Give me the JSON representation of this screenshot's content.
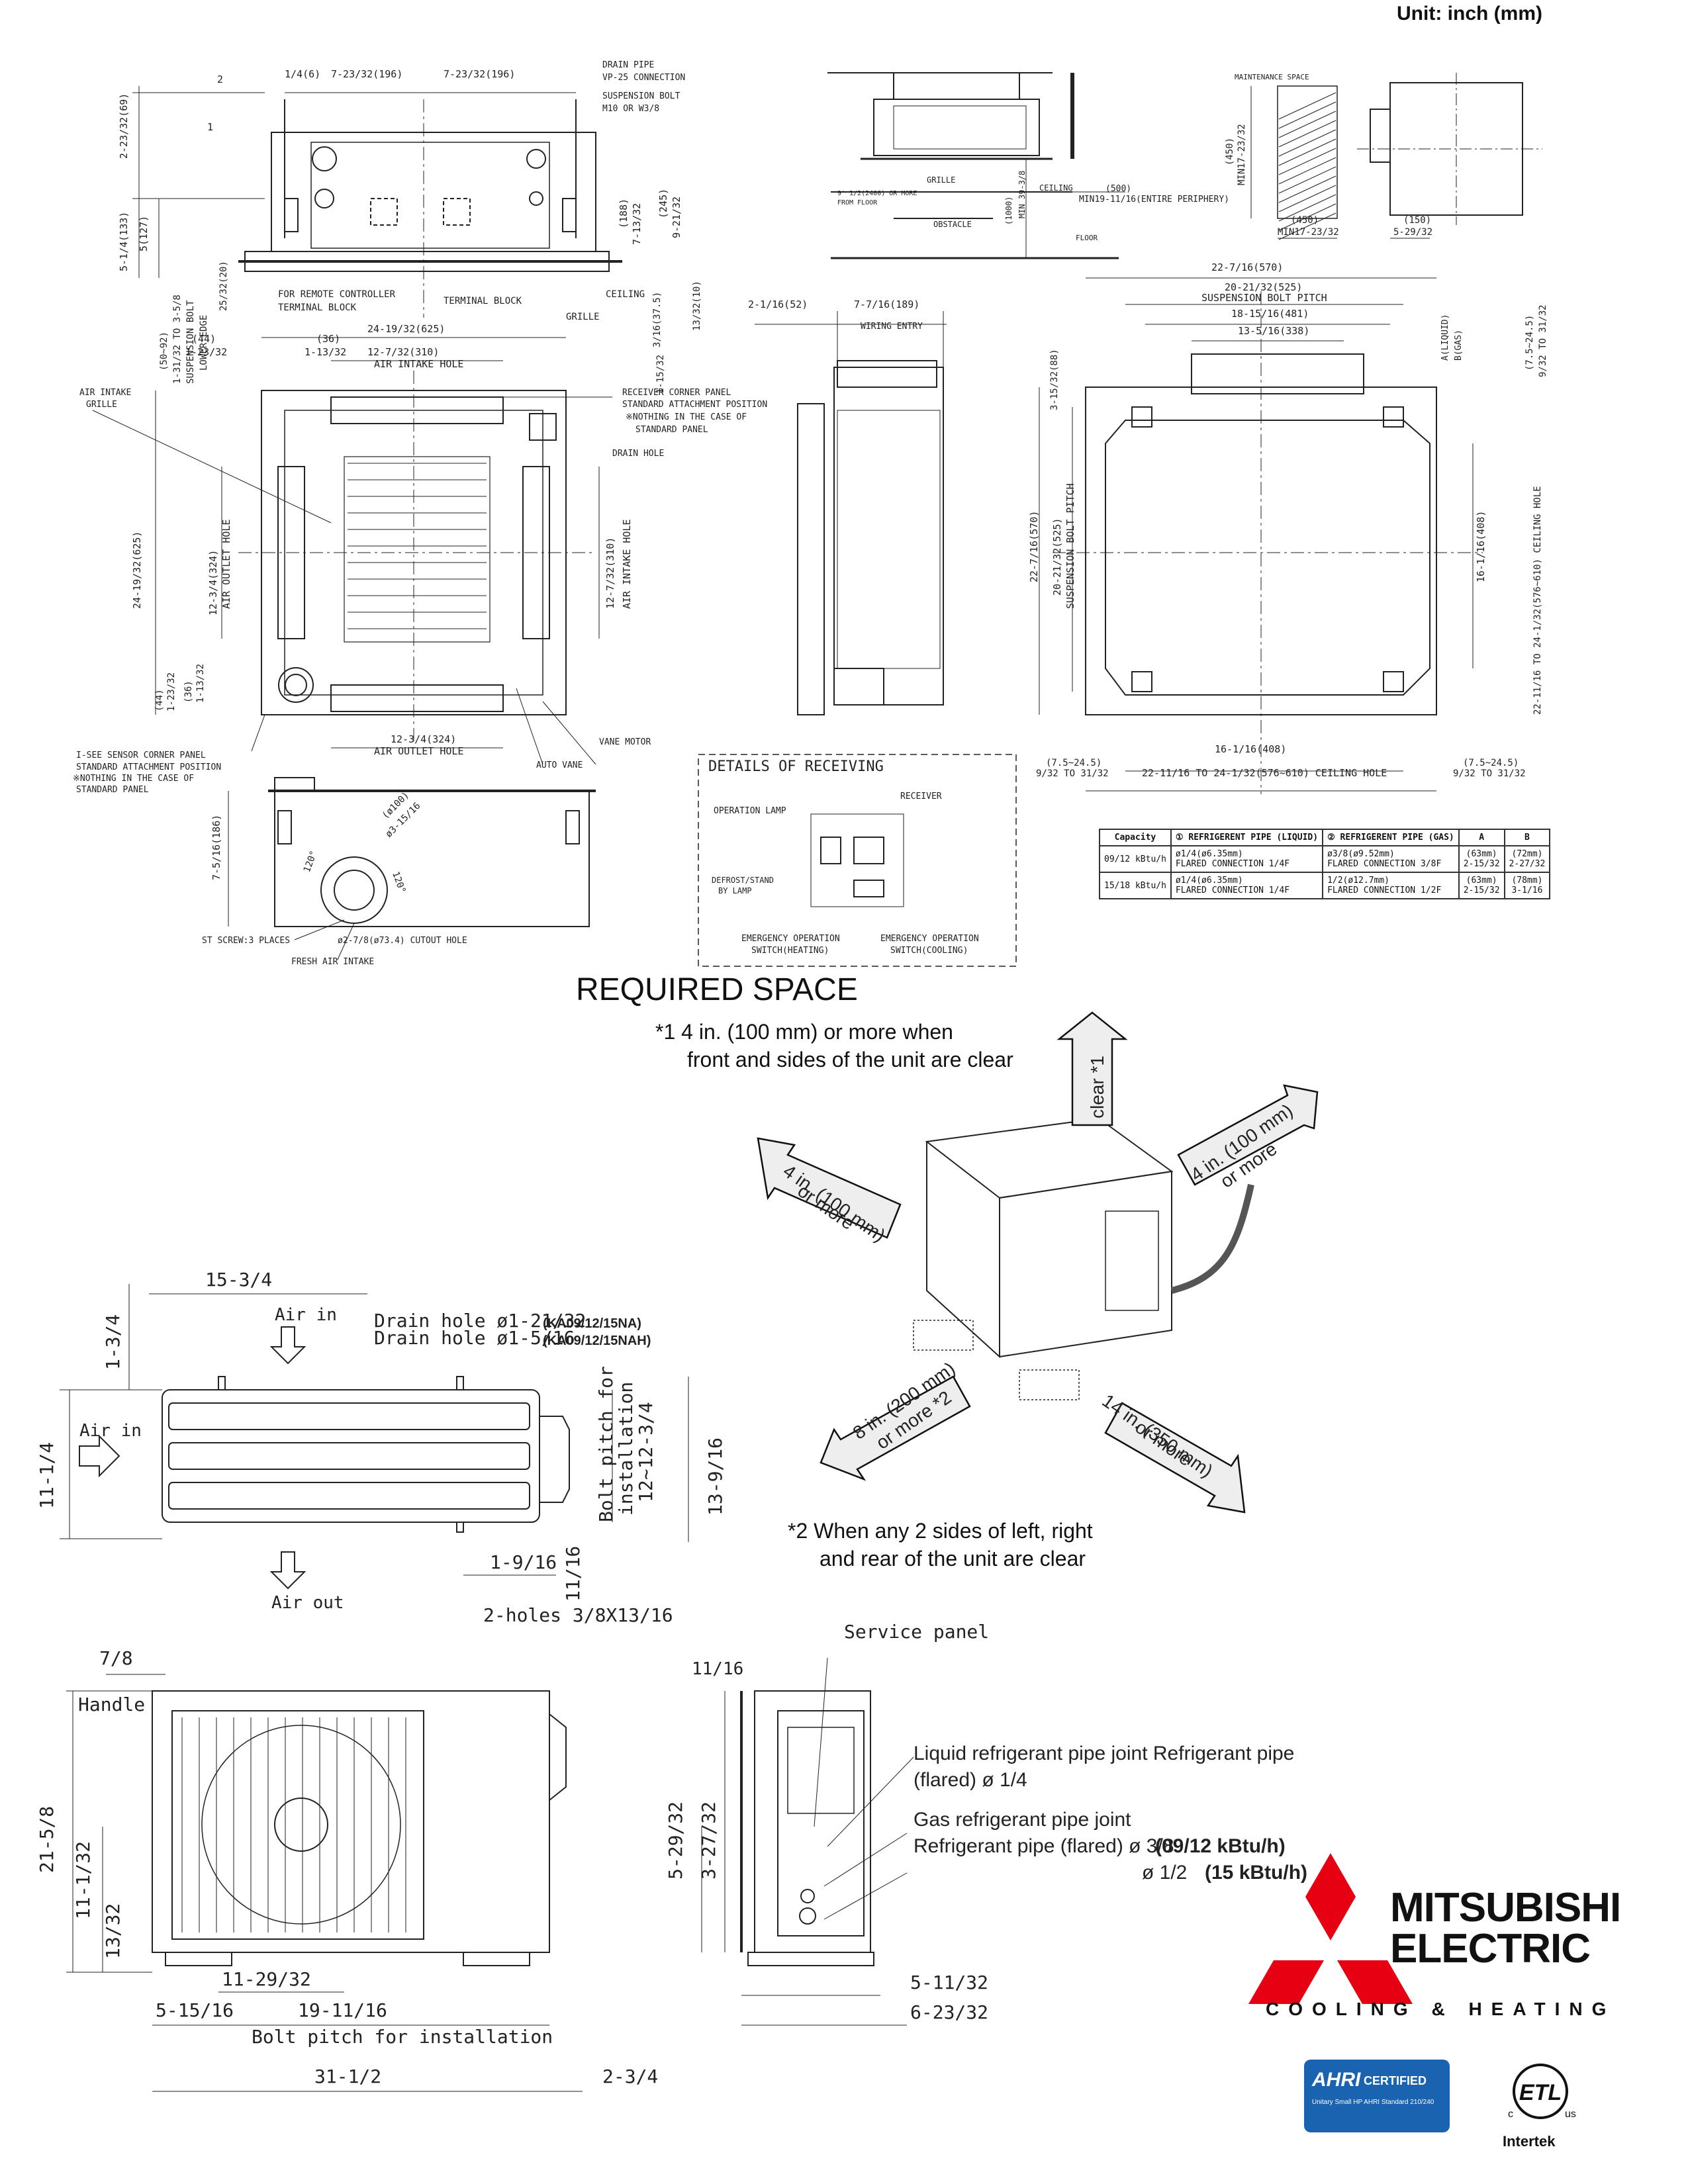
{
  "units_label": "Unit: inch (mm)",
  "indoor_top": {
    "dims_top": [
      "1/4(6)",
      "7-23/32(196)",
      "7-23/32(196)"
    ],
    "callouts": [
      "DRAIN PIPE",
      "VP-25 CONNECTION",
      "SUSPENSION BOLT",
      "M10 OR W3/8"
    ],
    "left_dims": [
      "2-23/32(69)",
      "5-1/4(133)",
      "5(127)"
    ],
    "right_dims": [
      "(188)",
      "7-13/32",
      "(245)",
      "9-21/32"
    ],
    "labels": [
      "FOR REMOTE CONTROLLER",
      "TERMINAL BLOCK",
      "TERMINAL BLOCK",
      "CEILING",
      "GRILLE"
    ],
    "circles": [
      "1",
      "2"
    ]
  },
  "indoor_panel": {
    "lower_dims": [
      "(50~92)",
      "1-31/32 TO 3-5/8",
      "SUSPENSION BOLT",
      "LOWER EDGE",
      "25/32(20)",
      "3/16(37.5)",
      "13/32(10)",
      "1-15/32"
    ],
    "top_dims": [
      "24-19/32(625)",
      "(44)",
      "1-23/32",
      "(36)",
      "1-13/32",
      "12-7/32(310)",
      "AIR INTAKE HOLE"
    ],
    "labels": [
      "AIR INTAKE",
      "GRILLE",
      "RECEIVER CORNER PANEL",
      "STANDARD ATTACHMENT POSITION",
      "※NOTHING IN THE CASE OF",
      "STANDARD PANEL",
      "DRAIN HOLE"
    ],
    "side_dims": [
      "24-19/32(625)",
      "12-3/4(324)",
      "AIR OUTLET HOLE",
      "12-7/32(310)",
      "AIR INTAKE HOLE",
      "(44)",
      "1-23/32",
      "(36)",
      "1-13/32"
    ],
    "bottom": [
      "12-3/4(324)",
      "AIR OUTLET HOLE",
      "AUTO VANE",
      "VANE MOTOR"
    ],
    "sensor": [
      "I-SEE SENSOR CORNER PANEL",
      "STANDARD ATTACHMENT POSITION",
      "※NOTHING IN THE CASE OF",
      "STANDARD PANEL"
    ]
  },
  "indoor_bottom": {
    "dims": [
      "7-5/16(186)",
      "(ø100)",
      "ø3-15/16",
      "120°",
      "120°"
    ],
    "labels": [
      "ST SCREW:3 PLACES",
      "FRESH AIR INTAKE",
      "ø2-7/8(ø73.4) CUTOUT HOLE"
    ]
  },
  "ceiling_install": {
    "labels": [
      "GRILLE",
      "CEILING",
      "OBSTACLE",
      "FLOOR",
      "(500)",
      "MIN19-11/16(ENTIRE PERIPHERY)",
      "(1000)",
      "MIN 39-3/8",
      "9' 1/2(2400) OR MORE",
      "FROM FLOOR"
    ]
  },
  "maintenance": {
    "labels": [
      "MAINTENANCE SPACE",
      "(450)",
      "MIN17-23/32",
      "(450)",
      "MIN17-23/32",
      "(150)",
      "5-29/32"
    ]
  },
  "side_view": {
    "dims": [
      "2-1/16(52)",
      "7-7/16(189)",
      "WIRING ENTRY"
    ]
  },
  "ceiling_hole": {
    "top_dims": [
      "22-7/16(570)",
      "20-21/32(525)",
      "SUSPENSION BOLT PITCH",
      "18-15/16(481)",
      "13-5/16(338)",
      "A(LIQUID)",
      "B(GAS)"
    ],
    "left_dims": [
      "3-15/32(88)",
      "22-7/16(570)",
      "20-21/32(525)",
      "SUSPENSION BOLT PITCH"
    ],
    "right_dims": [
      "16-1/16(408)",
      "(7.5~24.5)",
      "9/32 TO 31/32",
      "22-11/16 TO 24-1/32(576~610) CEILING HOLE"
    ],
    "bottom_dims": [
      "16-1/16(408)",
      "(7.5~24.5)",
      "9/32 TO 31/32",
      "22-11/16 TO 24-1/32(576~610) CEILING HOLE",
      "(7.5~24.5)",
      "9/32 TO 31/32"
    ]
  },
  "receiving": {
    "title": "DETAILS OF RECEIVING",
    "labels": [
      "OPERATION LAMP",
      "RECEIVER",
      "DEFROST/STAND",
      "BY LAMP",
      "EMERGENCY OPERATION",
      "SWITCH(HEATING)",
      "EMERGENCY OPERATION",
      "SWITCH(COOLING)"
    ]
  },
  "pipe_table": {
    "headers": [
      "Capacity",
      "① REFRIGERENT PIPE (LIQUID)",
      "② REFRIGERENT PIPE (GAS)",
      "A",
      "B"
    ],
    "rows": [
      {
        "cap": "09/12 kBtu/h",
        "liquid1": "ø1/4(ø6.35mm)",
        "liquid2": "FLARED CONNECTION 1/4F",
        "gas1": "ø3/8(ø9.52mm)",
        "gas2": "FLARED CONNECTION 3/8F",
        "a1": "(63mm)",
        "a2": "2-15/32",
        "b1": "(72mm)",
        "b2": "2-27/32"
      },
      {
        "cap": "15/18 kBtu/h",
        "liquid1": "ø1/4(ø6.35mm)",
        "liquid2": "FLARED CONNECTION 1/4F",
        "gas1": "1/2(ø12.7mm)",
        "gas2": "FLARED CONNECTION 1/2F",
        "a1": "(63mm)",
        "a2": "2-15/32",
        "b1": "(78mm)",
        "b2": "3-1/16"
      }
    ]
  },
  "required_space": {
    "title": "REQUIRED SPACE",
    "note1_line1": "*1 4 in. (100 mm) or more when",
    "note1_line2": "front and sides of the unit are clear",
    "note2_line1": "*2 When any 2 sides of left, right",
    "note2_line2": "and rear of the unit are clear",
    "arrows": [
      "clear *1",
      "4 in. (100 mm)",
      "or more",
      "4 in. (100 mm)",
      "or more",
      "8 in. (200 mm)",
      "or more *2",
      "14 in. (350 mm)",
      "or more"
    ]
  },
  "outdoor_top": {
    "dims": [
      "15-3/4",
      "1-3/4",
      "11-1/4",
      "12~12-3/4",
      "13-9/16",
      "1-9/16",
      "11/16"
    ],
    "labels": [
      "Air in",
      "Air in",
      "Air out",
      "Bolt pitch for",
      "installation",
      "2-holes 3/8X13/16"
    ],
    "drain1": "Drain hole ø1-21/32",
    "drain1_model": "(KA09/12/15NA)",
    "drain2": "Drain hole ø1-5/16",
    "drain2_model": "(KA09/12/15NAH)"
  },
  "outdoor_front": {
    "dims": [
      "7/8",
      "21-5/8",
      "11-1/32",
      "13/32",
      "11-29/32",
      "5-15/16",
      "19-11/16",
      "31-1/2",
      "2-3/4"
    ],
    "labels": [
      "Handle",
      "Bolt pitch for installation"
    ]
  },
  "outdoor_side": {
    "dims": [
      "11/16",
      "5-29/32",
      "3-27/32",
      "5-11/32",
      "6-23/32"
    ],
    "labels": {
      "service": "Service panel",
      "liquid1": "Liquid refrigerant pipe joint Refrigerant pipe",
      "liquid2": "(flared) ø 1/4",
      "gas1": "Gas refrigerant pipe joint",
      "gas2": "Refrigerant pipe (flared) ø 3/8 ",
      "gas2b": "(09/12 kBtu/h)",
      "gas3": "ø 1/2 ",
      "gas3b": "(15 kBtu/h)"
    }
  },
  "branding": {
    "brand_line1": "MITSUBISHI",
    "brand_line2": "ELECTRIC",
    "tagline": "COOLING & HEATING",
    "logo_color": "#e60012",
    "ahri_main": "AHRI",
    "ahri_sub": "CERTIFIED",
    "ahri_small": "Unitary Small HP AHRI Standard 210/240",
    "etl_name": "Intertek",
    "etl_left": "c",
    "etl_right": "us",
    "etl_mark": "ETL"
  }
}
